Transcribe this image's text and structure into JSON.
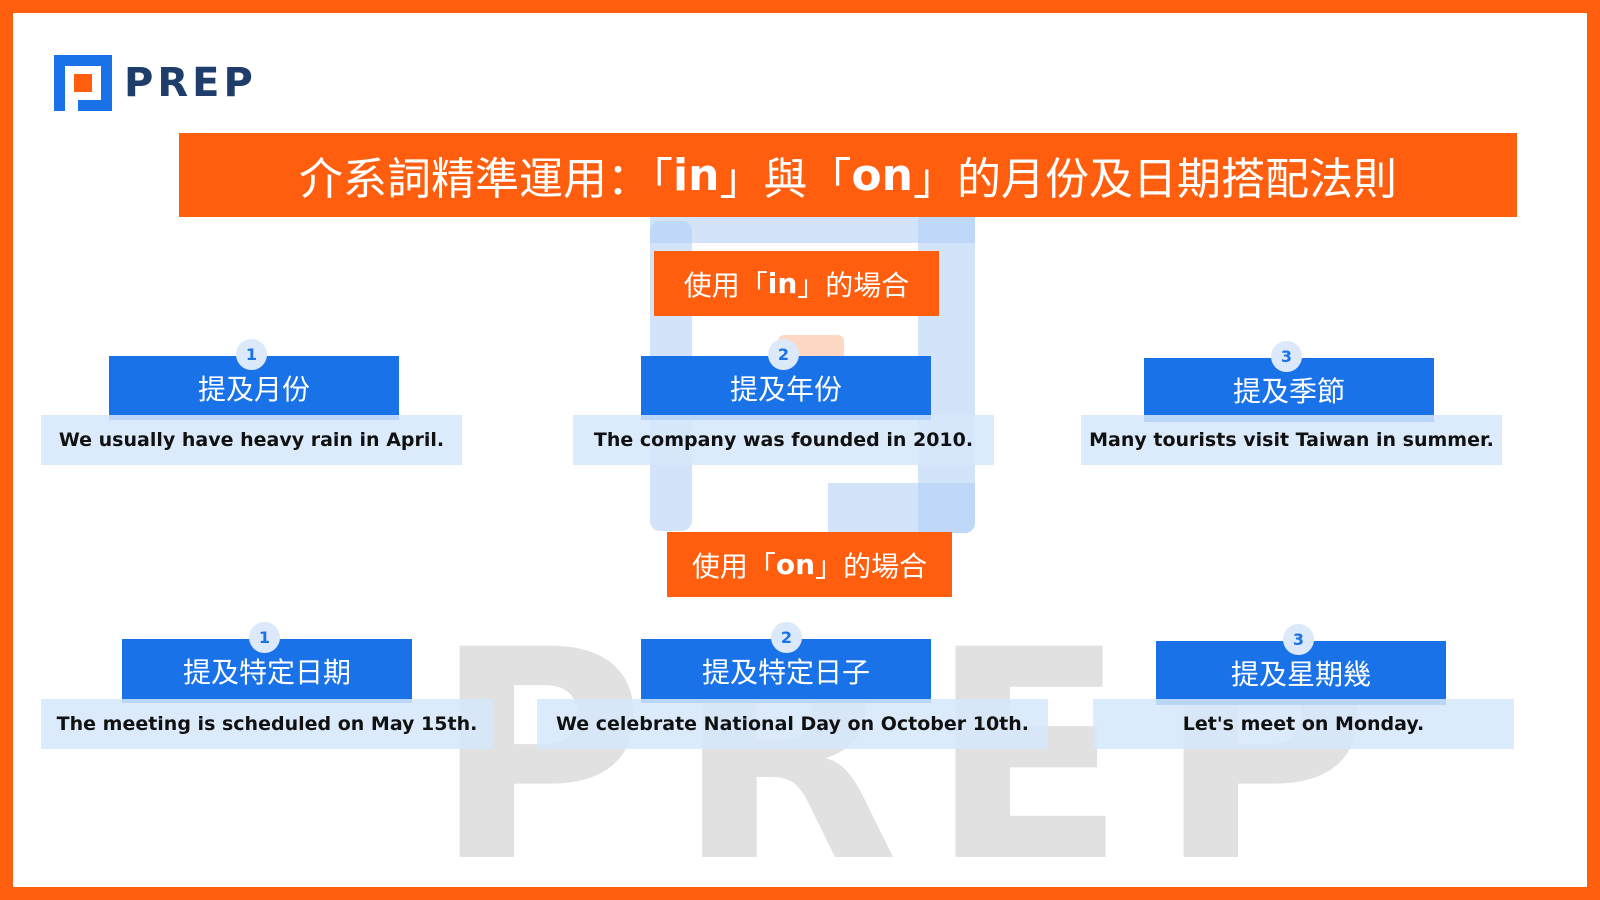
{
  "brand": {
    "name": "PREP",
    "watermark": "PREP"
  },
  "colors": {
    "orange": "#ff5e0e",
    "blue": "#1a72e8",
    "light_blue": "#d6e8fa"
  },
  "title": {
    "pre": "介系詞精準運用：「",
    "w1": "in",
    "mid": "」與「",
    "w2": "on",
    "post": "」的月份及日期搭配法則"
  },
  "in_section": {
    "header": {
      "pre": "使用「",
      "word": "in",
      "post": "」的場合"
    },
    "items": [
      {
        "num": "1",
        "label": "提及月份",
        "example": "We usually have heavy rain in April."
      },
      {
        "num": "2",
        "label": "提及年份",
        "example": "The company was founded in 2010."
      },
      {
        "num": "3",
        "label": "提及季節",
        "example": "Many tourists visit Taiwan in summer."
      }
    ]
  },
  "on_section": {
    "header": {
      "pre": "使用「",
      "word": "on",
      "post": "」的場合"
    },
    "items": [
      {
        "num": "1",
        "label": "提及特定日期",
        "example": "The meeting is scheduled on May 15th."
      },
      {
        "num": "2",
        "label": "提及特定日子",
        "example": "We celebrate National Day on October 10th."
      },
      {
        "num": "3",
        "label": "提及星期幾",
        "example": "Let's meet on Monday."
      }
    ]
  }
}
